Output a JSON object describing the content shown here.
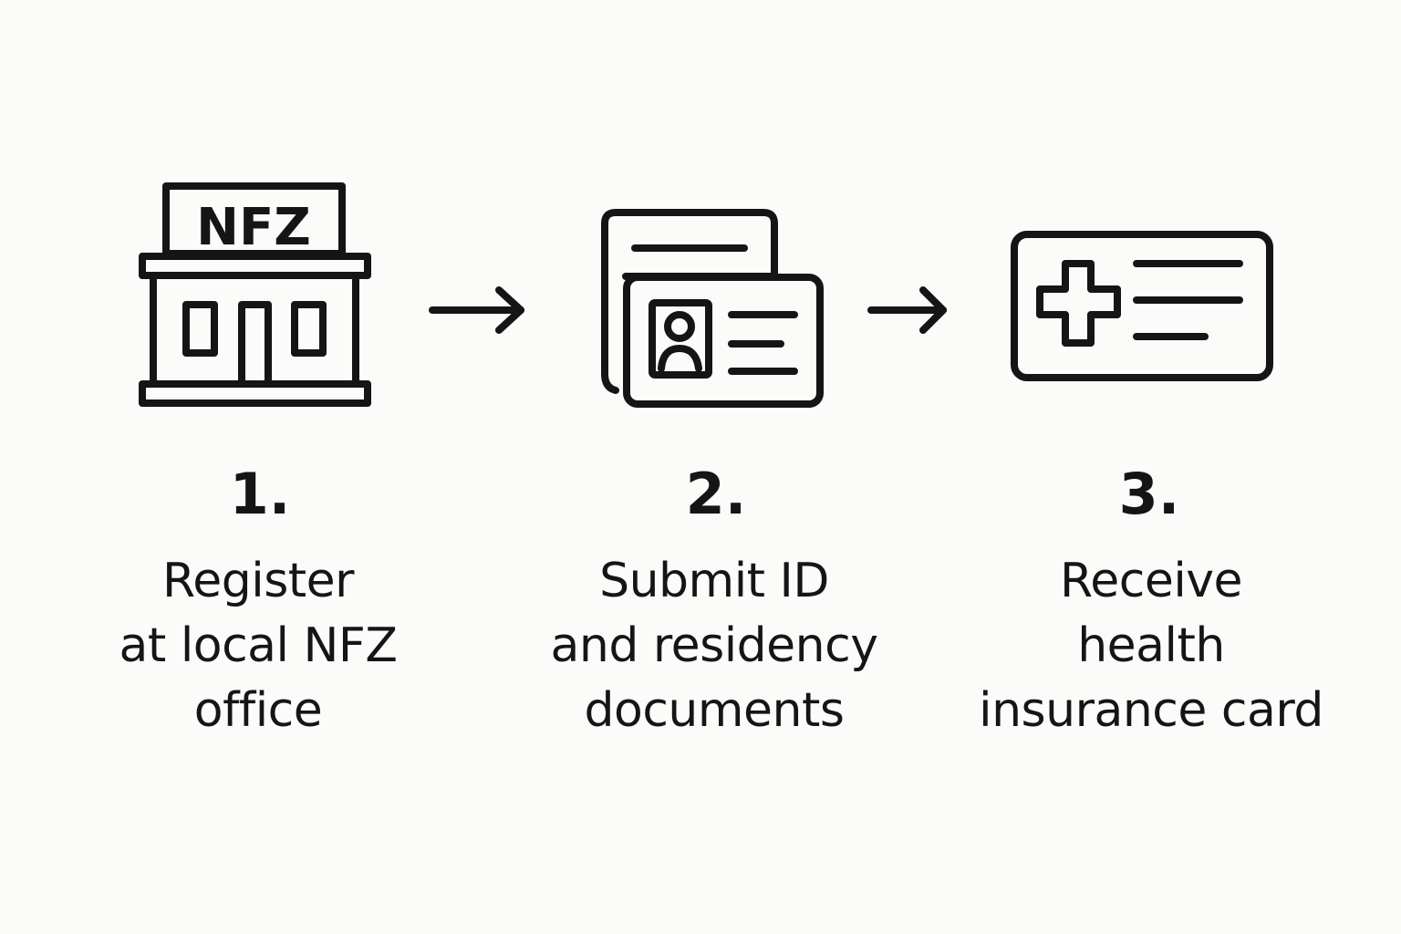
{
  "colors": {
    "background": "#fbfbf9",
    "ink": "#151515"
  },
  "steps": [
    {
      "number": "1.",
      "icon": "nfz-office-building-icon",
      "sign_text": "NFZ",
      "lines": [
        "Register",
        "at local NFZ",
        "office"
      ]
    },
    {
      "number": "2.",
      "icon": "id-documents-icon",
      "lines": [
        "Submit ID",
        "and residency",
        "documents"
      ]
    },
    {
      "number": "3.",
      "icon": "health-insurance-card-icon",
      "lines": [
        "Receive",
        "health",
        "insurance card"
      ]
    }
  ]
}
